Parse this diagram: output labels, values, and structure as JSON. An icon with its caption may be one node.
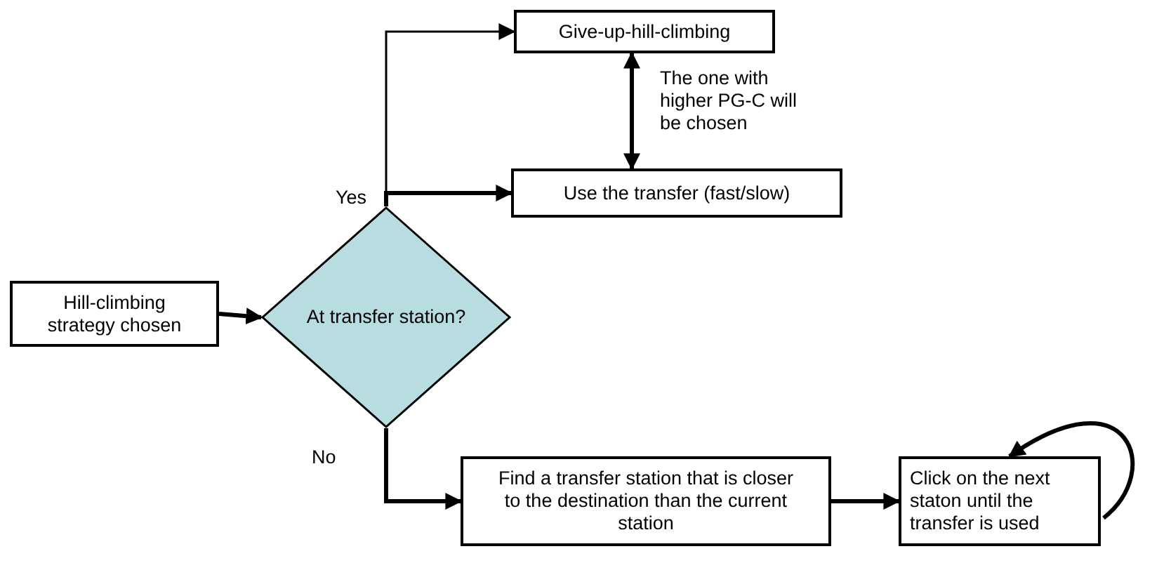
{
  "diagram": {
    "nodes": [
      {
        "text": [
          "Hill-climbing strategy chosen"
        ]
      },
      {
        "text": [
          "At transfer station?"
        ]
      },
      {
        "text": [
          "Give-up-hill-climbing"
        ]
      },
      {
        "text": [
          "Use the transfer (fast/slow)"
        ]
      },
      {
        "text": [
          "Find a transfer station that is closer to the destination than the current station"
        ]
      },
      {
        "text": [
          "Click on the next staton until the transfer is used"
        ]
      }
    ],
    "edges": [
      {
        "from": 0,
        "to": 1,
        "arrow": "to"
      },
      {
        "from": 1,
        "to": 2,
        "arrow": "to"
      },
      {
        "from": 1,
        "to": 3,
        "arrow": "to"
      },
      {
        "from": 2,
        "to": 3,
        "arrow": "both",
        "label": "The one with higher PG-C will be chosen"
      },
      {
        "from": 1,
        "to": 4,
        "arrow": "to"
      },
      {
        "from": 4,
        "to": 5,
        "arrow": "to"
      },
      {
        "from": 5,
        "to": 5,
        "arrow": "to"
      }
    ],
    "labels": [
      "Yes",
      "No"
    ]
  }
}
